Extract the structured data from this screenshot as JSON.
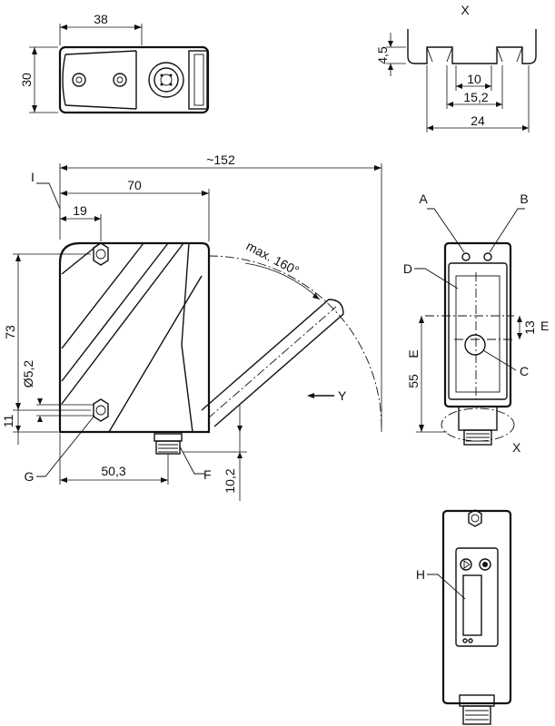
{
  "dimensions": {
    "width_38": "38",
    "height_30": "30",
    "height_4_5": "4,5",
    "width_10": "10",
    "width_15_2": "15,2",
    "width_24": "24",
    "length_152": "~152",
    "length_70": "70",
    "length_19": "19",
    "angle": "max. 160°",
    "height_73": "73",
    "diameter": "Ø5,2",
    "height_11": "11",
    "length_50_3": "50,3",
    "height_10_2": "10,2",
    "height_13": "13",
    "height_55": "55"
  },
  "labels": {
    "x_top": "X",
    "x_side": "X",
    "y": "Y",
    "e_13": "E",
    "e_55": "E",
    "a": "A",
    "b": "B",
    "c": "C",
    "d": "D",
    "f": "F",
    "g": "G",
    "h": "H",
    "i": "I"
  }
}
